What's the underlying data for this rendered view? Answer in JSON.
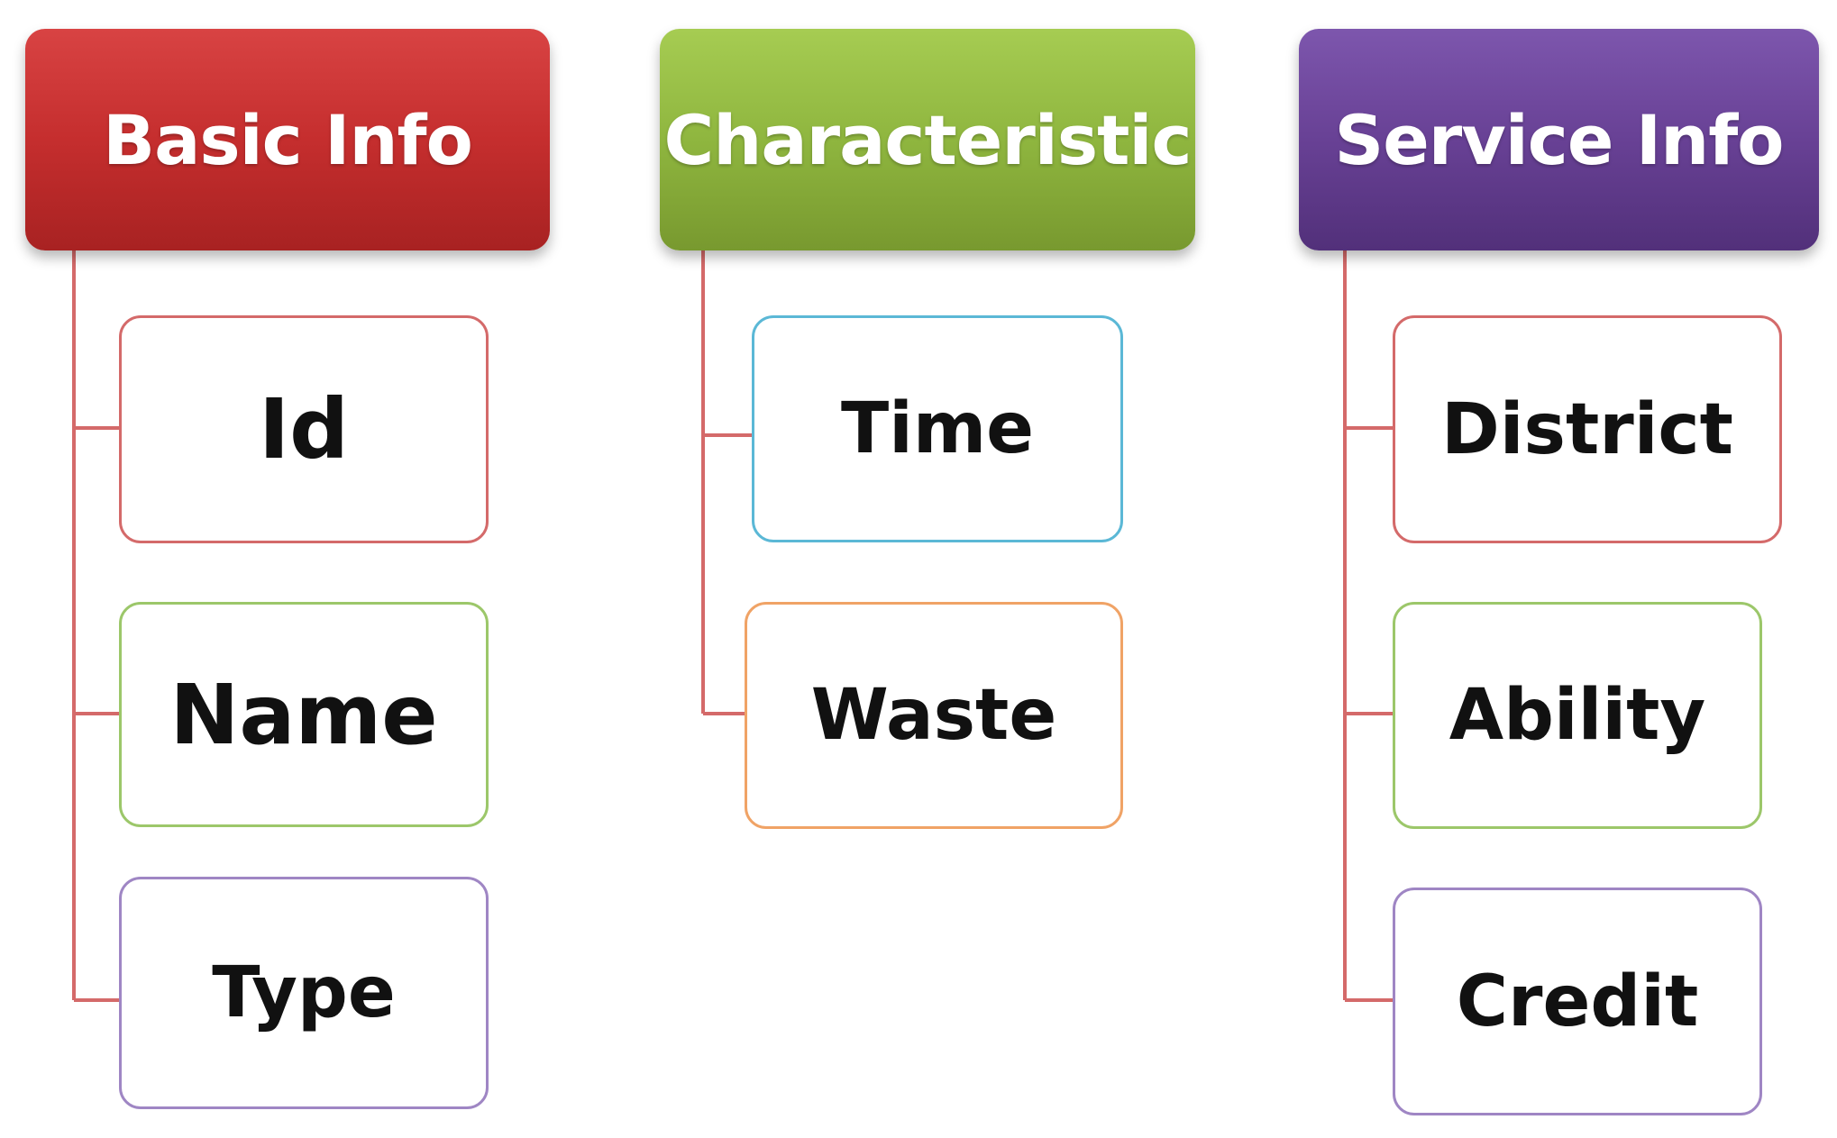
{
  "columns": [
    {
      "title": "Basic Info",
      "color": "#c43333",
      "items": [
        {
          "label": "Id",
          "border_color": "#d46a6a"
        },
        {
          "label": "Name",
          "border_color": "#9cc76a"
        },
        {
          "label": "Type",
          "border_color": "#9f86c4"
        }
      ]
    },
    {
      "title": "Characteristic",
      "color": "#8fb63f",
      "items": [
        {
          "label": "Time",
          "border_color": "#5bb8d6"
        },
        {
          "label": "Waste",
          "border_color": "#f0a366"
        }
      ]
    },
    {
      "title": "Service Info",
      "color": "#684195",
      "items": [
        {
          "label": "District",
          "border_color": "#d46a6a"
        },
        {
          "label": "Ability",
          "border_color": "#9cc76a"
        },
        {
          "label": "Credit",
          "border_color": "#9f86c4"
        }
      ]
    }
  ],
  "connector_color": "#d46a6a"
}
